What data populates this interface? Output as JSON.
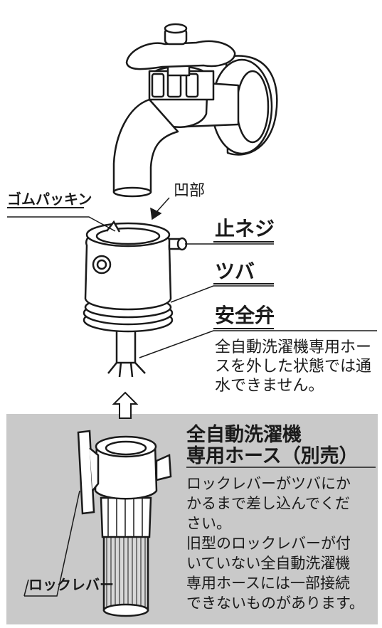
{
  "labels": {
    "gasket": "ゴムパッキン",
    "recess": "凹部",
    "set_screw": "止ネジ",
    "flange": "ツバ",
    "safety_valve": "安全弁",
    "lock_lever": "ロックレバー"
  },
  "safety_note": [
    "全自動洗濯機専用ホー",
    "スを外した状態では通",
    "水できません。"
  ],
  "hose_section": {
    "title_line1": "全自動洗濯機",
    "title_line2": "専用ホース（別売）",
    "body": [
      "ロックレバーがツバにか",
      "かるまで差し込んでくだ",
      "さい。",
      "旧型のロックレバーが付",
      "いていない全自動洗濯機",
      "専用ホースには一部接続",
      "できないものがあります。"
    ]
  },
  "colors": {
    "panel": "#c9c9c9",
    "line": "#1a1a1a"
  }
}
